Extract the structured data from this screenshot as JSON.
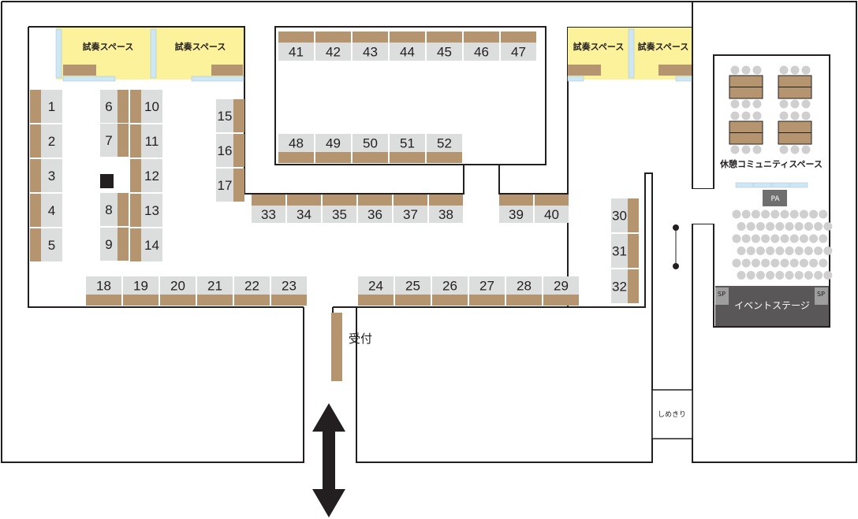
{
  "colors": {
    "background": "#ffffff",
    "outline": "#231f20",
    "booth_tile": "#dcdddd",
    "booth_desk": "#b59470",
    "trial_space": "#fcf29b",
    "light_blue": "#cfe6f3",
    "seat": "#cfcfcf",
    "stage": "#595757",
    "pa": "#6f6f6f",
    "arrow": "#231f20"
  },
  "labels": {
    "trial_space": "試奏スペース",
    "rest_space": "休憩コミュニティスペース",
    "event_stage": "イベントステージ",
    "speaker": "SP",
    "pa": "PA",
    "reception": "受付",
    "shimekiri": "しめきり"
  },
  "booths": [
    {
      "n": "1",
      "desk": "left"
    },
    {
      "n": "2",
      "desk": "left"
    },
    {
      "n": "3",
      "desk": "left"
    },
    {
      "n": "4",
      "desk": "left"
    },
    {
      "n": "5",
      "desk": "left"
    },
    {
      "n": "6",
      "desk": "right"
    },
    {
      "n": "7",
      "desk": "right"
    },
    {
      "n": "8",
      "desk": "right"
    },
    {
      "n": "9",
      "desk": "right"
    },
    {
      "n": "10",
      "desk": "left"
    },
    {
      "n": "11",
      "desk": "left"
    },
    {
      "n": "12",
      "desk": "left"
    },
    {
      "n": "13",
      "desk": "left"
    },
    {
      "n": "14",
      "desk": "left"
    },
    {
      "n": "15",
      "desk": "right"
    },
    {
      "n": "16",
      "desk": "right"
    },
    {
      "n": "17",
      "desk": "right"
    },
    {
      "n": "18",
      "desk": "bottom"
    },
    {
      "n": "19",
      "desk": "bottom"
    },
    {
      "n": "20",
      "desk": "bottom"
    },
    {
      "n": "21",
      "desk": "bottom"
    },
    {
      "n": "22",
      "desk": "bottom"
    },
    {
      "n": "23",
      "desk": "bottom"
    },
    {
      "n": "24",
      "desk": "bottom"
    },
    {
      "n": "25",
      "desk": "bottom"
    },
    {
      "n": "26",
      "desk": "bottom"
    },
    {
      "n": "27",
      "desk": "bottom"
    },
    {
      "n": "28",
      "desk": "bottom"
    },
    {
      "n": "29",
      "desk": "bottom"
    },
    {
      "n": "30",
      "desk": "right"
    },
    {
      "n": "31",
      "desk": "right"
    },
    {
      "n": "32",
      "desk": "right"
    },
    {
      "n": "33",
      "desk": "top"
    },
    {
      "n": "34",
      "desk": "top"
    },
    {
      "n": "35",
      "desk": "top"
    },
    {
      "n": "36",
      "desk": "top"
    },
    {
      "n": "37",
      "desk": "top"
    },
    {
      "n": "38",
      "desk": "top"
    },
    {
      "n": "39",
      "desk": "top"
    },
    {
      "n": "40",
      "desk": "top"
    },
    {
      "n": "41",
      "desk": "top"
    },
    {
      "n": "42",
      "desk": "top"
    },
    {
      "n": "43",
      "desk": "top"
    },
    {
      "n": "44",
      "desk": "top"
    },
    {
      "n": "45",
      "desk": "top"
    },
    {
      "n": "46",
      "desk": "top"
    },
    {
      "n": "47",
      "desk": "top"
    },
    {
      "n": "48",
      "desk": "bottom"
    },
    {
      "n": "49",
      "desk": "bottom"
    },
    {
      "n": "50",
      "desk": "bottom"
    },
    {
      "n": "51",
      "desk": "bottom"
    },
    {
      "n": "52",
      "desk": "bottom"
    }
  ]
}
